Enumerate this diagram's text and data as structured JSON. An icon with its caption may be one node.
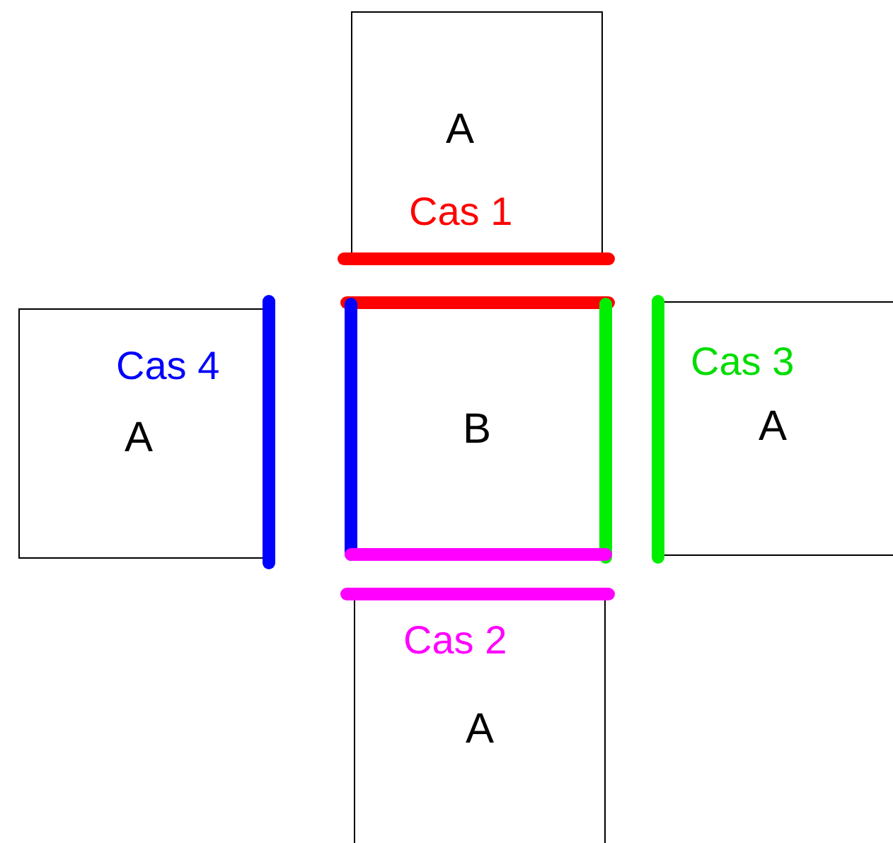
{
  "diagram": {
    "nodes": [
      {
        "text": [
          "A",
          "Cas 1"
        ]
      },
      {
        "text": [
          "Cas 4",
          "A"
        ]
      },
      {
        "text": [
          "B"
        ]
      },
      {
        "text": [
          "Cas 3",
          "A"
        ]
      },
      {
        "text": [
          "Cas 2",
          "A"
        ]
      }
    ]
  }
}
